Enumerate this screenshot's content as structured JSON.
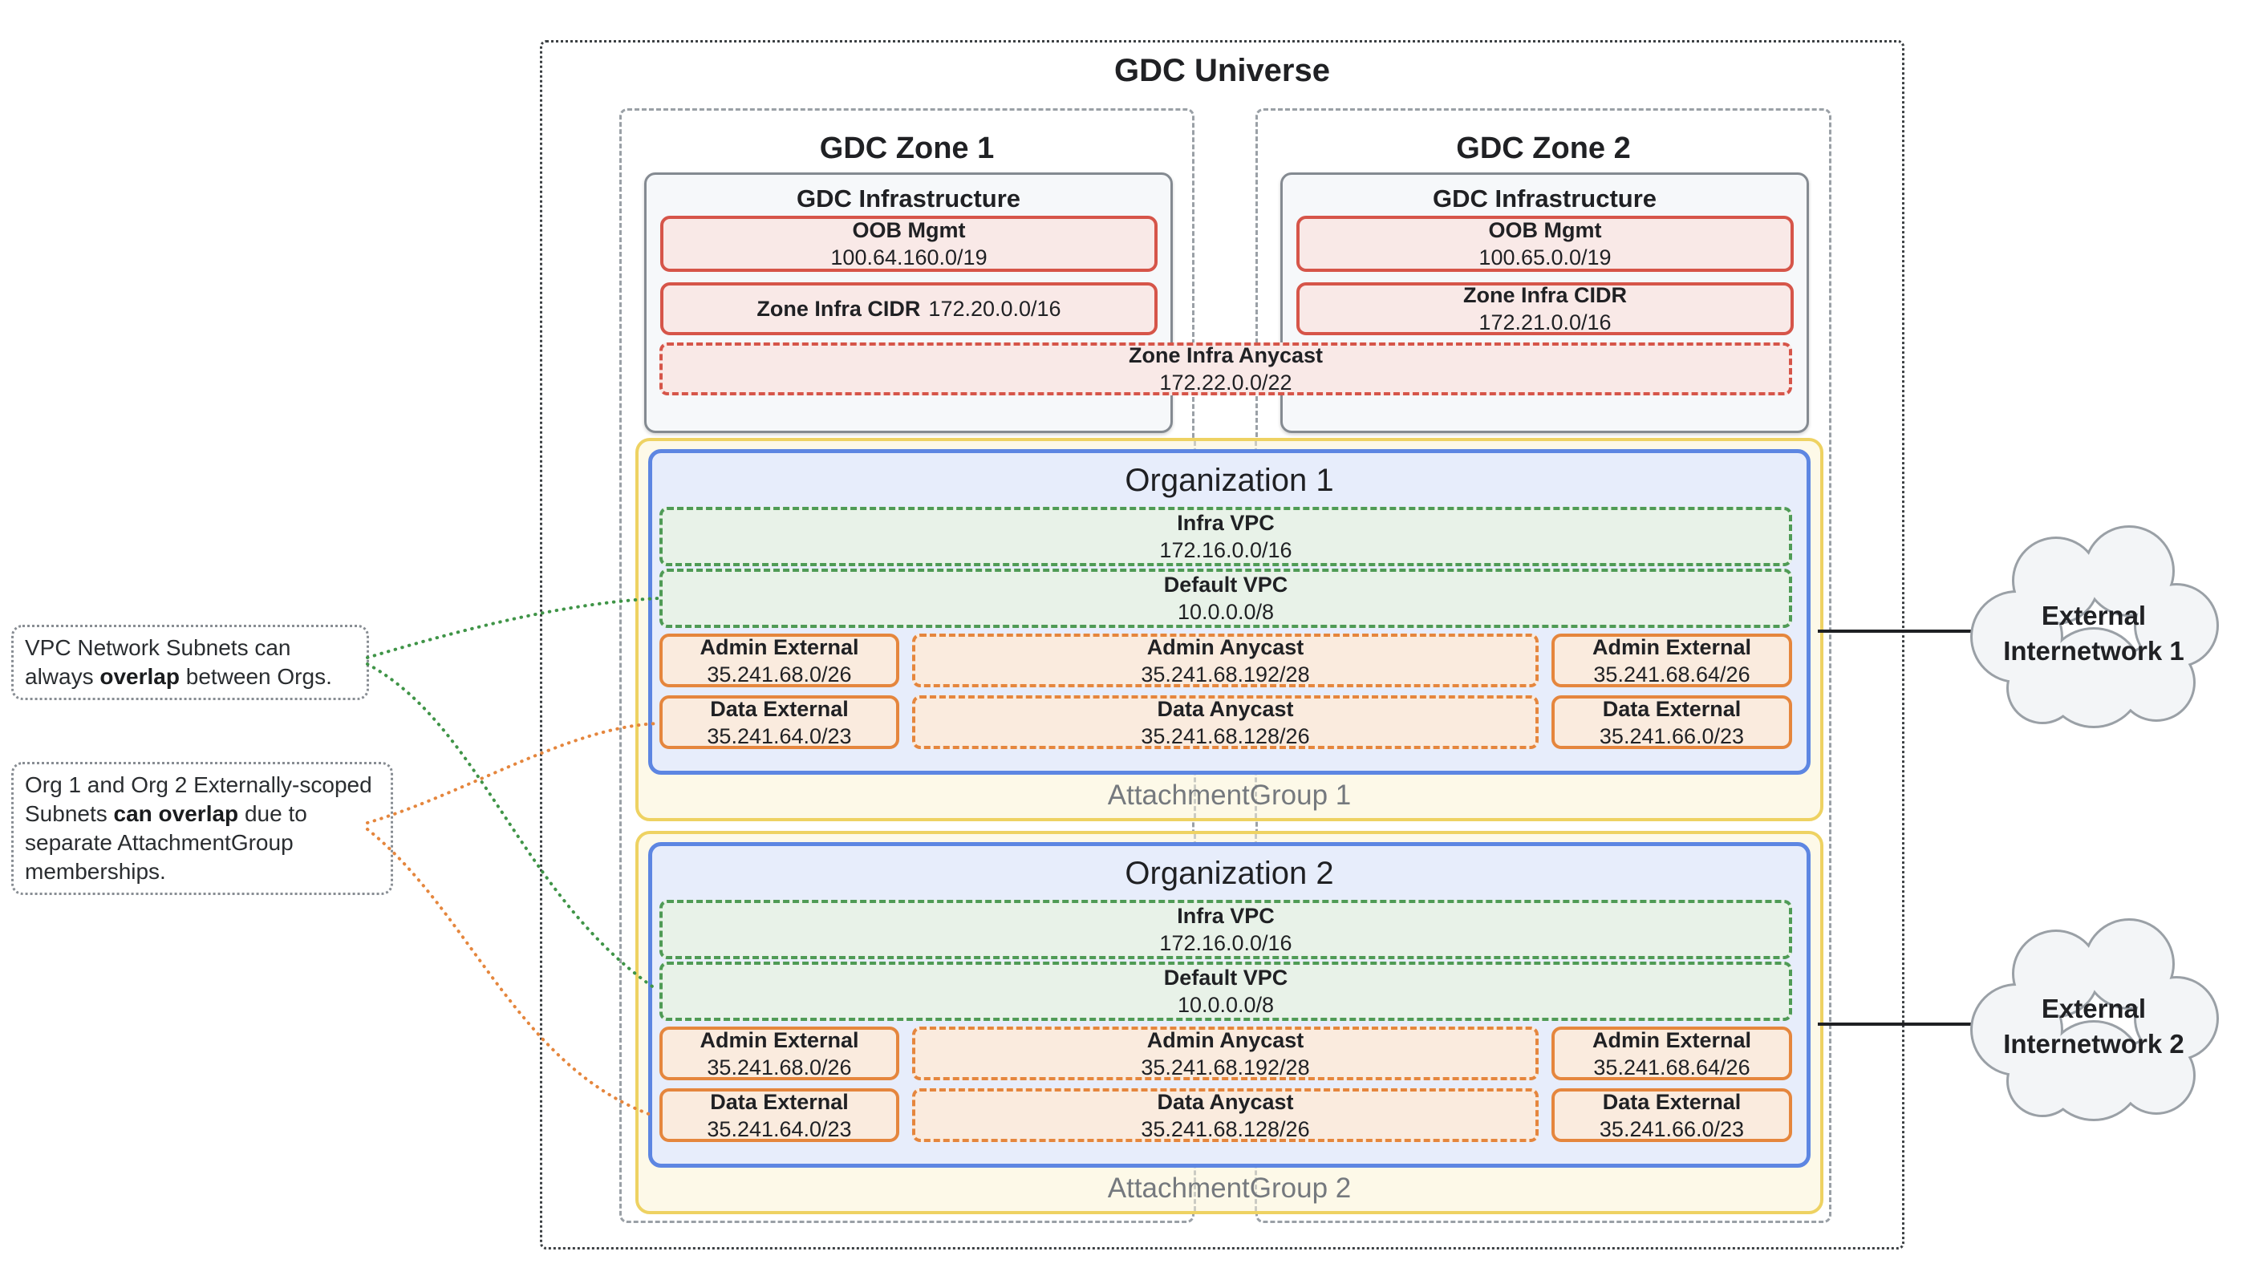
{
  "universe": {
    "title": "GDC Universe"
  },
  "zones": [
    {
      "label": "GDC Zone 1",
      "infra_title": "GDC Infrastructure",
      "oob": {
        "label": "OOB Mgmt",
        "cidr": "100.64.160.0/19"
      },
      "zone_infra_cidr": {
        "label": "Zone Infra CIDR",
        "cidr": "172.20.0.0/16"
      }
    },
    {
      "label": "GDC Zone 2",
      "infra_title": "GDC Infrastructure",
      "oob": {
        "label": "OOB Mgmt",
        "cidr": "100.65.0.0/19"
      },
      "zone_infra_cidr": {
        "label": "Zone Infra CIDR",
        "cidr": "172.21.0.0/16"
      }
    }
  ],
  "zone_infra_anycast": {
    "label": "Zone Infra Anycast",
    "cidr": "172.22.0.0/22"
  },
  "organizations": [
    {
      "title": "Organization 1",
      "attachment_group": "AttachmentGroup 1",
      "infra_vpc": {
        "label": "Infra VPC",
        "cidr": "172.16.0.0/16"
      },
      "default_vpc": {
        "label": "Default VPC",
        "cidr": "10.0.0.0/8"
      },
      "admin_external_left": {
        "label": "Admin External",
        "cidr": "35.241.68.0/26"
      },
      "admin_anycast": {
        "label": "Admin Anycast",
        "cidr": "35.241.68.192/28"
      },
      "admin_external_right": {
        "label": "Admin External",
        "cidr": "35.241.68.64/26"
      },
      "data_external_left": {
        "label": "Data External",
        "cidr": "35.241.64.0/23"
      },
      "data_anycast": {
        "label": "Data Anycast",
        "cidr": "35.241.68.128/26"
      },
      "data_external_right": {
        "label": "Data External",
        "cidr": "35.241.66.0/23"
      }
    },
    {
      "title": "Organization 2",
      "attachment_group": "AttachmentGroup 2",
      "infra_vpc": {
        "label": "Infra VPC",
        "cidr": "172.16.0.0/16"
      },
      "default_vpc": {
        "label": "Default VPC",
        "cidr": "10.0.0.0/8"
      },
      "admin_external_left": {
        "label": "Admin External",
        "cidr": "35.241.68.0/26"
      },
      "admin_anycast": {
        "label": "Admin Anycast",
        "cidr": "35.241.68.192/28"
      },
      "admin_external_right": {
        "label": "Admin External",
        "cidr": "35.241.68.64/26"
      },
      "data_external_left": {
        "label": "Data External",
        "cidr": "35.241.64.0/23"
      },
      "data_anycast": {
        "label": "Data Anycast",
        "cidr": "35.241.68.128/26"
      },
      "data_external_right": {
        "label": "Data External",
        "cidr": "35.241.66.0/23"
      }
    }
  ],
  "annotations": [
    {
      "pre": "VPC Network Subnets can always ",
      "bold": "overlap",
      "post": " between Orgs."
    },
    {
      "pre": "Org 1 and Org 2 Externally-scoped Subnets ",
      "bold": "can overlap",
      "post": " due to separate AttachmentGroup memberships."
    }
  ],
  "external_networks": [
    {
      "line1": "External",
      "line2": "Internetwork 1"
    },
    {
      "line1": "External",
      "line2": "Internetwork 2"
    }
  ],
  "colors": {
    "red_border": "#d65549",
    "red_fill": "#f9e9e7",
    "green_border": "#4f9b55",
    "green_fill": "#e8f2e8",
    "orange_border": "#e5863d",
    "orange_fill": "#faebde",
    "blue_border": "#5d86e2",
    "blue_fill": "#e7edfb",
    "yellow_border": "#eed262",
    "yellow_fill": "#fdf9e8",
    "gray_border": "#848a91",
    "infra_fill": "#f6f8fa",
    "zone_dash": "#9aa0a6",
    "universe_dot": "#3c4043",
    "text": "#202124",
    "muted_text": "#75797e"
  }
}
